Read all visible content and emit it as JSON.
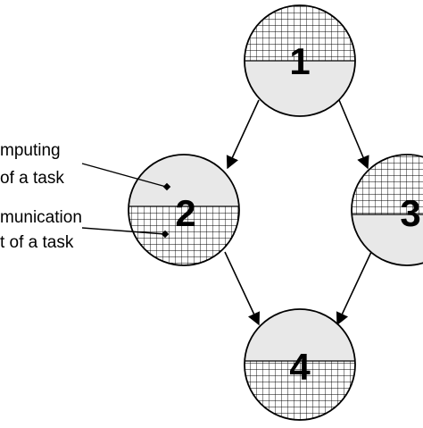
{
  "nodes": [
    {
      "id": "1",
      "label": "1",
      "hatch": "top"
    },
    {
      "id": "2",
      "label": "2",
      "hatch": "bottom"
    },
    {
      "id": "3",
      "label": "3",
      "hatch": "top"
    },
    {
      "id": "4",
      "label": "4",
      "hatch": "bottom"
    }
  ],
  "edges": [
    {
      "from": "1",
      "to": "2"
    },
    {
      "from": "1",
      "to": "3"
    },
    {
      "from": "2",
      "to": "4"
    },
    {
      "from": "3",
      "to": "4"
    }
  ],
  "annotations": {
    "computing_line1": "mputing",
    "computing_line2": "of a task",
    "communication_line1": "munication",
    "communication_line2": "t of a task"
  },
  "colors": {
    "node_fill": "#e8e8e8",
    "stroke": "#000000",
    "hatch_fill": "#ffffff"
  }
}
